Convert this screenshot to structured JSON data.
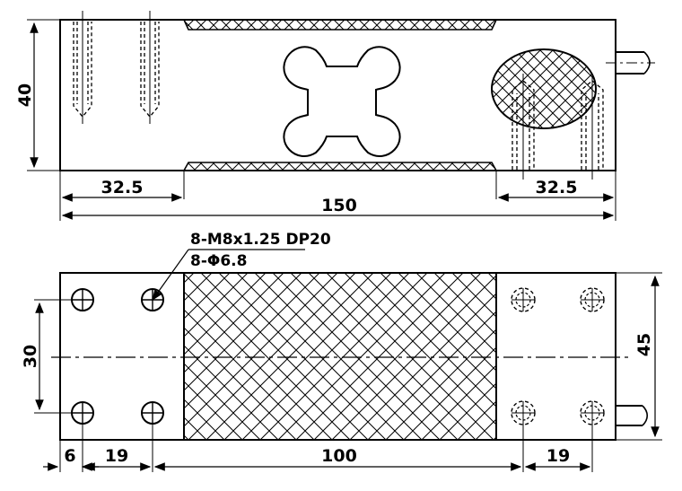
{
  "drawing": {
    "top_view": {
      "height_dim": "40",
      "left_span_dim": "32.5",
      "right_span_dim": "32.5",
      "total_length_dim": "150"
    },
    "bottom_view": {
      "thread_note": "8-M8x1.25 DP20",
      "hole_note": "8-Φ6.8",
      "hole_spacing_dim": "30",
      "width_dim": "45",
      "edge_dim": "6",
      "left_pitch_dim": "19",
      "center_dim": "100",
      "right_pitch_dim": "19"
    }
  }
}
